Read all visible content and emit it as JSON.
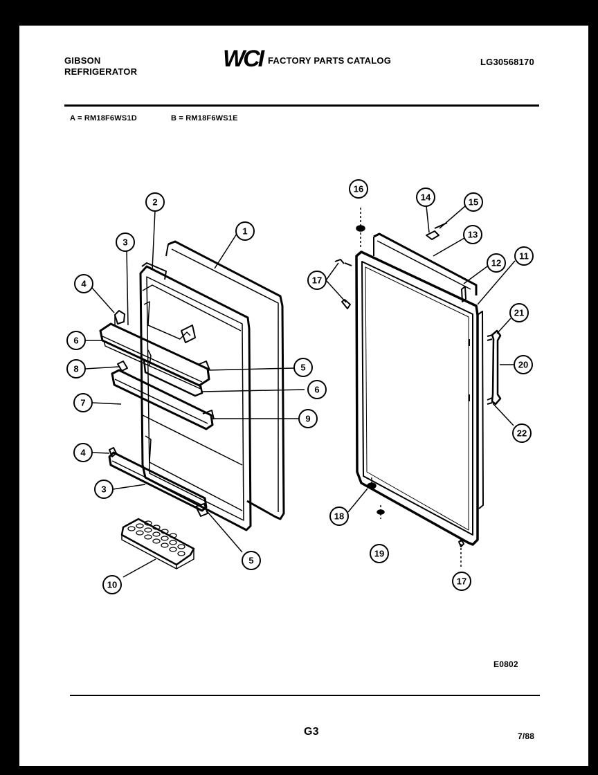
{
  "header": {
    "brand_line1": "GIBSON",
    "brand_line2": "REFRIGERATOR",
    "logo_text": "WCI",
    "catalog_title": "FACTORY PARTS CATALOG",
    "catalog_code": "LG30568170"
  },
  "models": {
    "model_a": "A = RM18F6WS1D",
    "model_b": "B = RM18F6WS1E"
  },
  "diagram_code": "E0802",
  "footer": {
    "page_label": "G3",
    "date": "7/88"
  },
  "callouts": [
    {
      "label": "1"
    },
    {
      "label": "2"
    },
    {
      "label": "3"
    },
    {
      "label": "4"
    },
    {
      "label": "6"
    },
    {
      "label": "8"
    },
    {
      "label": "7"
    },
    {
      "label": "5"
    },
    {
      "label": "6"
    },
    {
      "label": "9"
    },
    {
      "label": "4"
    },
    {
      "label": "3"
    },
    {
      "label": "5"
    },
    {
      "label": "10"
    },
    {
      "label": "16"
    },
    {
      "label": "14"
    },
    {
      "label": "15"
    },
    {
      "label": "13"
    },
    {
      "label": "17"
    },
    {
      "label": "12"
    },
    {
      "label": "11"
    },
    {
      "label": "21"
    },
    {
      "label": "20"
    },
    {
      "label": "22"
    },
    {
      "label": "18"
    },
    {
      "label": "19"
    },
    {
      "label": "17"
    }
  ]
}
